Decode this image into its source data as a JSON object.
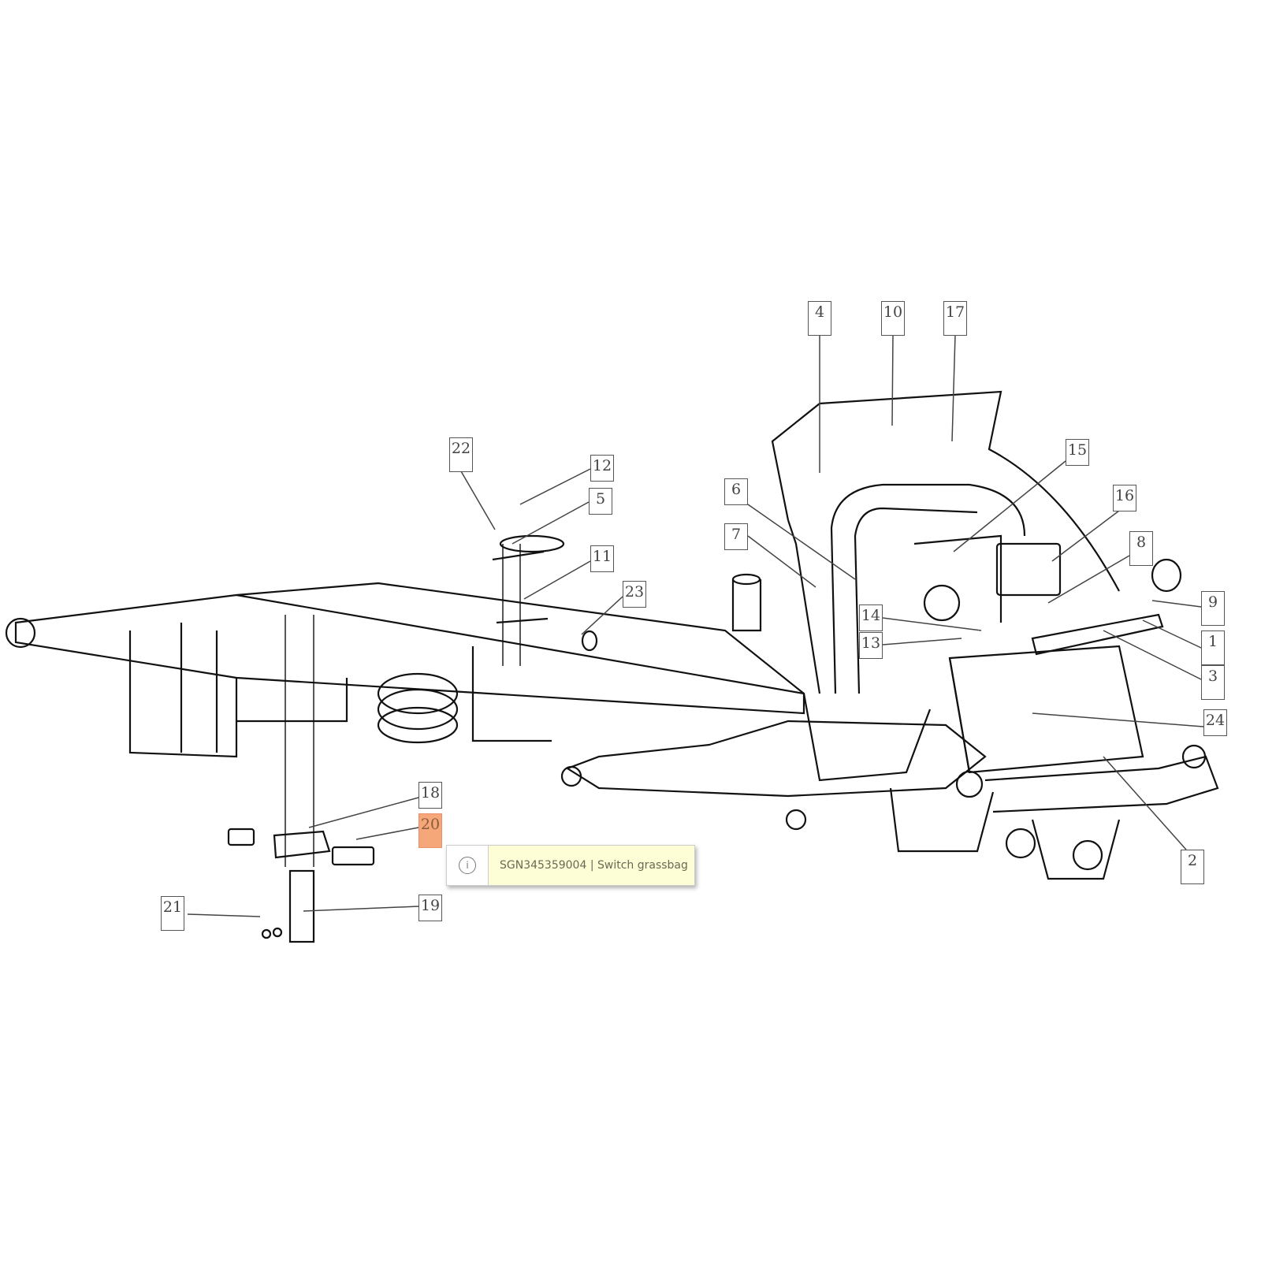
{
  "diagram": {
    "callouts": [
      "4",
      "10",
      "17",
      "22",
      "12",
      "5",
      "11",
      "23",
      "6",
      "7",
      "14",
      "13",
      "15",
      "16",
      "8",
      "9",
      "1",
      "3",
      "24",
      "2",
      "18",
      "20",
      "19",
      "21"
    ],
    "active_callout": "20"
  },
  "tooltip": {
    "icon": "info-icon",
    "text": "SGN345359004 | Switch grassbag"
  },
  "colors": {
    "highlight": "#f5a77a",
    "tooltip_bg": "#fdfdd6"
  }
}
